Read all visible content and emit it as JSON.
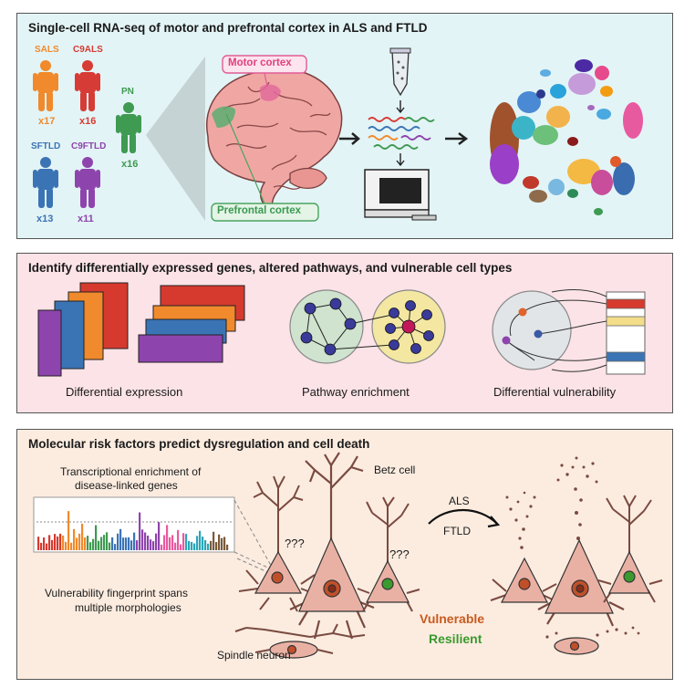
{
  "panel1": {
    "title": "Single-cell RNA-seq of motor and prefrontal cortex in ALS and FTLD",
    "groups": [
      {
        "label": "SALS",
        "count": "x17",
        "color": "#f08a2c"
      },
      {
        "label": "C9ALS",
        "count": "x16",
        "color": "#d73b35"
      },
      {
        "label": "PN",
        "count": "x16",
        "color": "#3f9a52"
      },
      {
        "label": "SFTLD",
        "count": "x13",
        "color": "#3b74b5"
      },
      {
        "label": "C9FTLD",
        "count": "x11",
        "color": "#8e44ad"
      }
    ],
    "motor_label": "Motor cortex",
    "prefrontal_label": "Prefrontal cortex"
  },
  "panel2": {
    "title": "Identify differentially expressed genes, altered pathways, and vulnerable cell types",
    "captions": [
      "Differential expression",
      "Pathway enrichment",
      "Differential vulnerability"
    ]
  },
  "panel3": {
    "title": "Molecular risk factors predict dysregulation and cell death",
    "enrichment_label_1": "Transcriptional enrichment of",
    "enrichment_label_2": "disease-linked genes",
    "betz_label": "Betz cell",
    "question_1": "???",
    "question_2": "???",
    "fingerprint_1": "Vulnerability fingerprint spans",
    "fingerprint_2": "multiple morphologies",
    "spindle_label": "Spindle neuron",
    "als": "ALS",
    "ftld": "FTLD",
    "vulnerable": "Vulnerable",
    "resilient": "Resilient",
    "vulnerable_color": "#c85a1e",
    "resilient_color": "#3a9a2e"
  }
}
